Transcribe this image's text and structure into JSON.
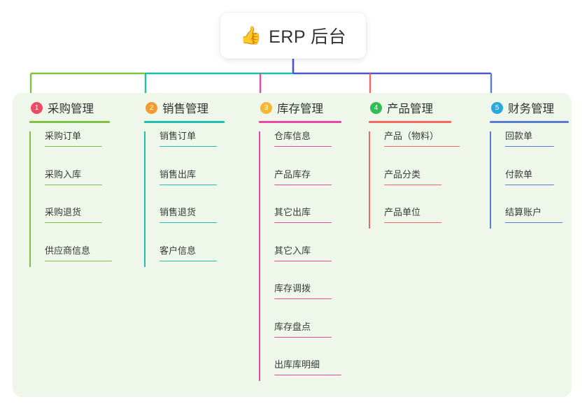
{
  "root": {
    "icon": "thumbs-up-icon",
    "icon_glyph": "👍",
    "title": "ERP 后台"
  },
  "theme": {
    "page_background": "#ffffff",
    "panel_background": "#eef7e9",
    "root_card_background": "#ffffff",
    "bus_line_color": "#4a57c4",
    "text_color": "#333333"
  },
  "columns": [
    {
      "index": "1",
      "title": "采购管理",
      "badge_color": "#ef4a68",
      "line_color": "#7fc242",
      "header_rule_width": 115,
      "drop_color": "#7fc242",
      "items": [
        {
          "label": "采购订单",
          "rule_width": 82
        },
        {
          "label": "采购入库",
          "rule_width": 82
        },
        {
          "label": "采购退货",
          "rule_width": 82
        },
        {
          "label": "供应商信息",
          "rule_width": 96
        }
      ]
    },
    {
      "index": "2",
      "title": "销售管理",
      "badge_color": "#f59a2e",
      "line_color": "#1fbfae",
      "header_rule_width": 115,
      "drop_color": "#1fbfae",
      "items": [
        {
          "label": "销售订单",
          "rule_width": 82
        },
        {
          "label": "销售出库",
          "rule_width": 82
        },
        {
          "label": "销售退货",
          "rule_width": 82
        },
        {
          "label": "客户信息",
          "rule_width": 82
        }
      ]
    },
    {
      "index": "3",
      "title": "库存管理",
      "badge_color": "#f7b733",
      "line_color": "#e8489f",
      "header_rule_width": 118,
      "drop_color": "#e8489f",
      "items": [
        {
          "label": "仓库信息",
          "rule_width": 82
        },
        {
          "label": "产品库存",
          "rule_width": 82
        },
        {
          "label": "其它出库",
          "rule_width": 82
        },
        {
          "label": "其它入库",
          "rule_width": 82
        },
        {
          "label": "库存调拨",
          "rule_width": 82
        },
        {
          "label": "库存盘点",
          "rule_width": 82
        },
        {
          "label": "出库库明细",
          "rule_width": 96
        }
      ]
    },
    {
      "index": "4",
      "title": "产品管理",
      "badge_color": "#2fbd54",
      "line_color": "#f4665f",
      "header_rule_width": 118,
      "drop_color": "#f4665f",
      "items": [
        {
          "label": "产品（物料）",
          "rule_width": 108
        },
        {
          "label": "产品分类",
          "rule_width": 82
        },
        {
          "label": "产品单位",
          "rule_width": 82
        }
      ]
    },
    {
      "index": "5",
      "title": "财务管理",
      "badge_color": "#2aa8e0",
      "line_color": "#5b7cd1",
      "header_rule_width": 113,
      "drop_color": "#5b7cd1",
      "items": [
        {
          "label": "回款单",
          "rule_width": 70
        },
        {
          "label": "付款单",
          "rule_width": 70
        },
        {
          "label": "结算账户",
          "rule_width": 82
        }
      ]
    }
  ]
}
